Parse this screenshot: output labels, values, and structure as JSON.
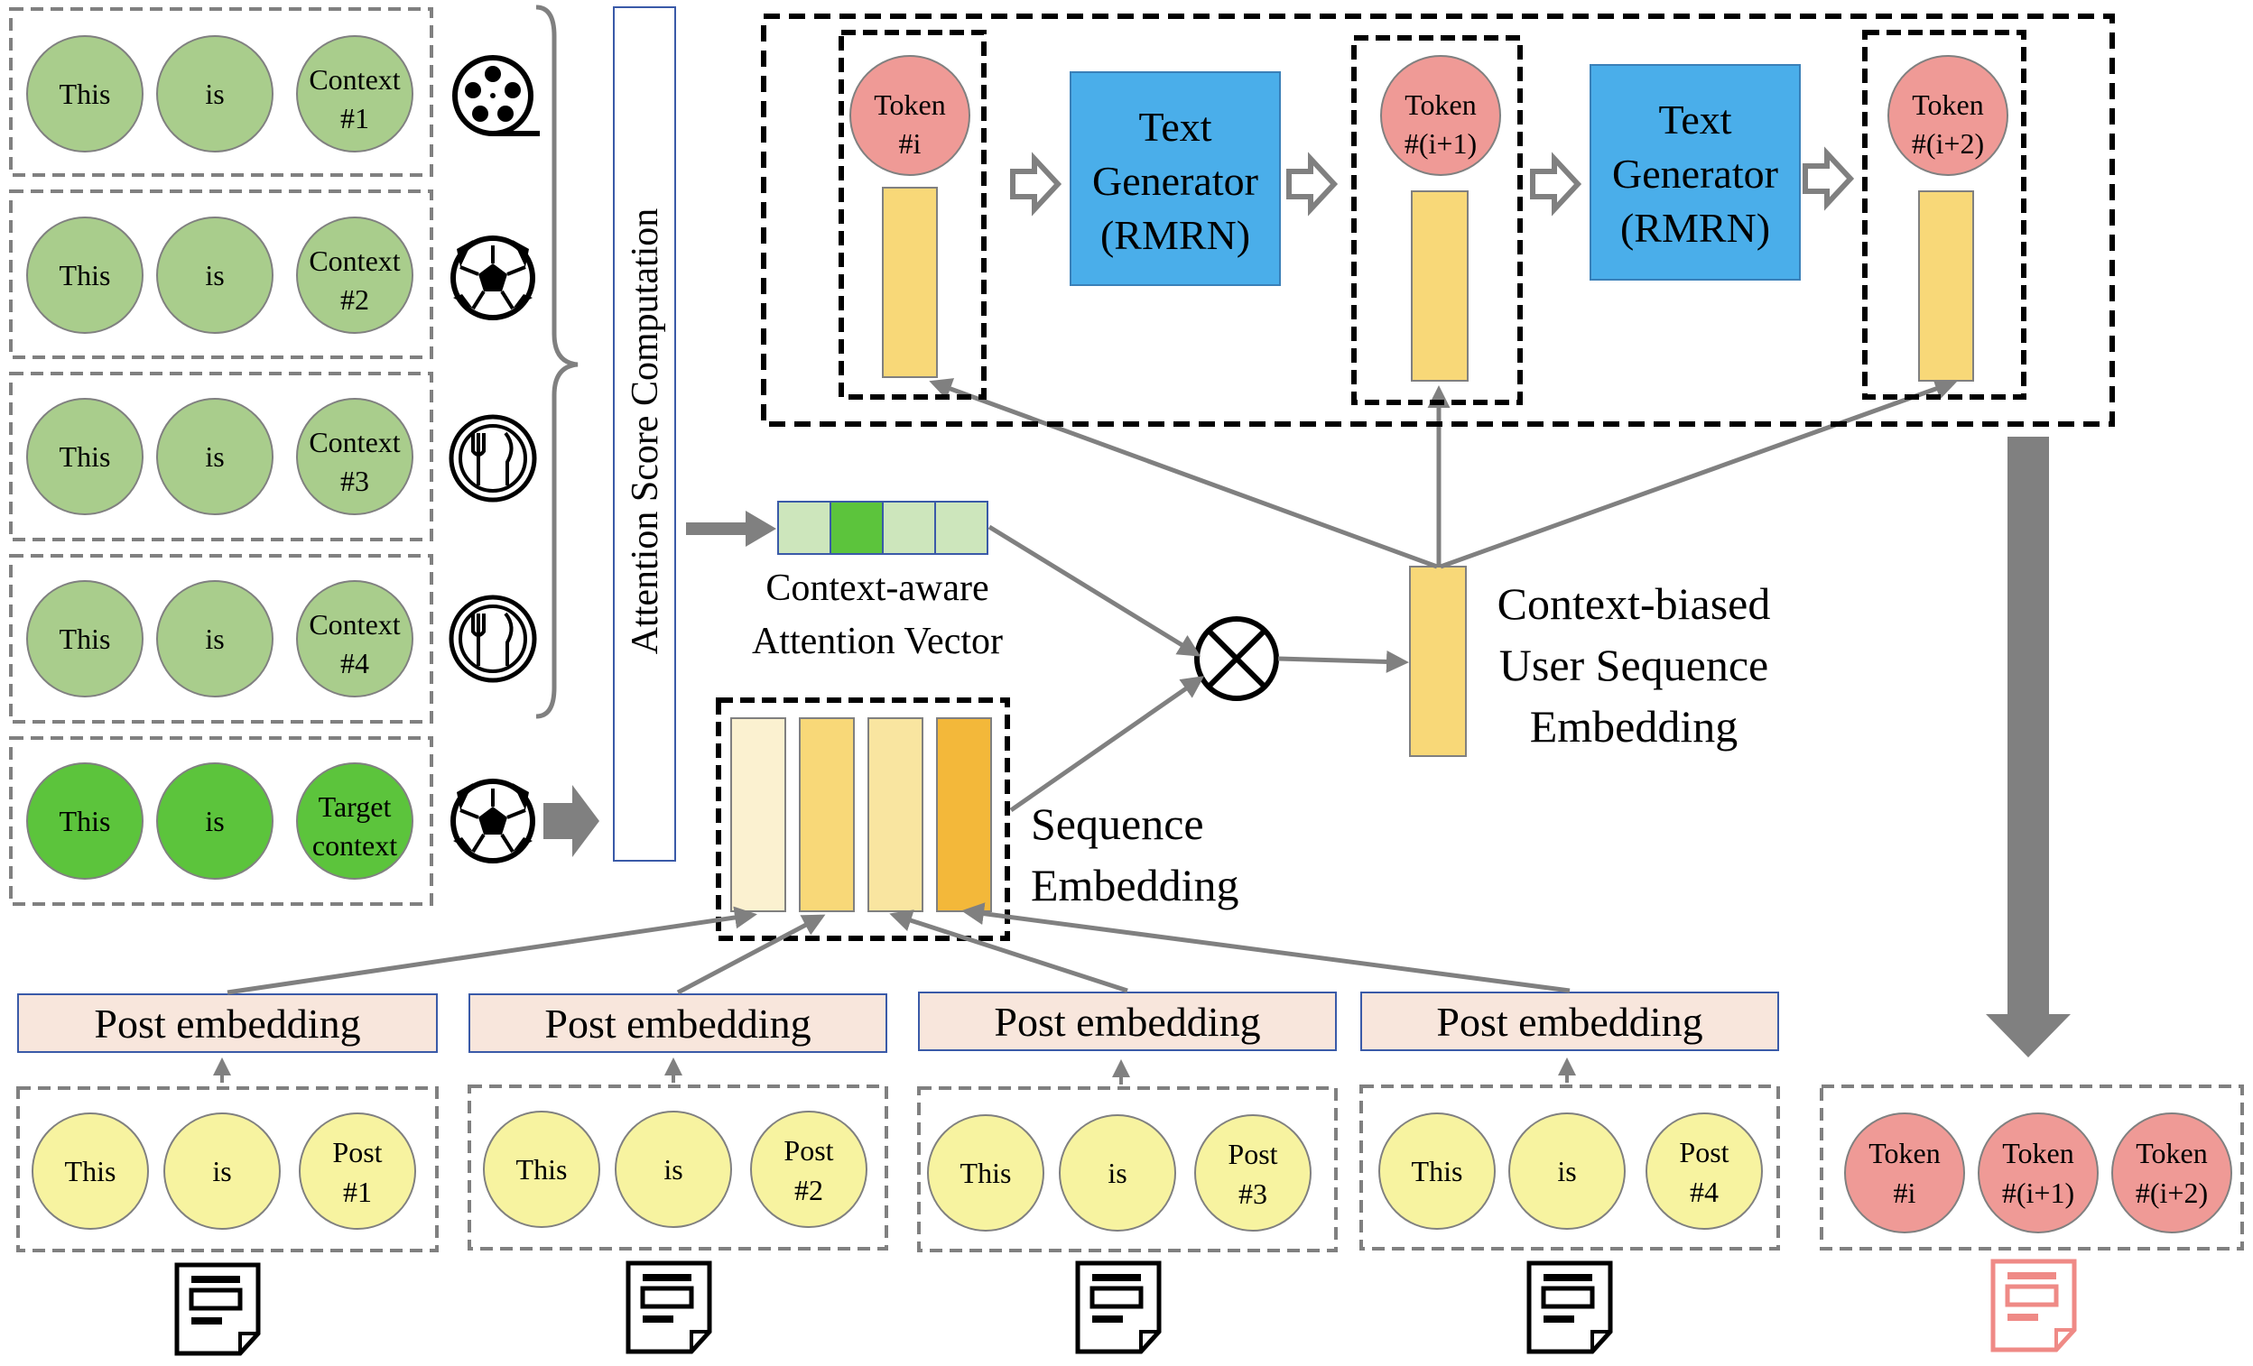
{
  "context_rows": [
    {
      "tokens": [
        "This",
        "is",
        "Context",
        "#1"
      ],
      "icon": "film-reel-icon",
      "kind": "context"
    },
    {
      "tokens": [
        "This",
        "is",
        "Context",
        "#2"
      ],
      "icon": "soccer-ball-icon",
      "kind": "context"
    },
    {
      "tokens": [
        "This",
        "is",
        "Context",
        "#3"
      ],
      "icon": "fork-knife-plate-icon",
      "kind": "context"
    },
    {
      "tokens": [
        "This",
        "is",
        "Context",
        "#4"
      ],
      "icon": "fork-knife-plate-icon",
      "kind": "context"
    },
    {
      "tokens": [
        "This",
        "is",
        "Target",
        "context"
      ],
      "icon": "soccer-ball-icon",
      "kind": "target"
    }
  ],
  "attention_box_label": "Attention Score Computation",
  "attention_vector_label": [
    "Context-aware",
    "Attention Vector"
  ],
  "sequence_embedding_label": [
    "Sequence",
    "Embedding"
  ],
  "context_biased_label": [
    "Context-biased",
    "User Sequence",
    "Embedding"
  ],
  "generator": {
    "token_labels": [
      [
        "Token",
        "#i"
      ],
      [
        "Token",
        "#(i+1)"
      ],
      [
        "Token",
        "#(i+2)"
      ]
    ],
    "text_generator_label": [
      "Text",
      "Generator",
      "(RMRN)"
    ]
  },
  "posts": [
    {
      "embedding_label": "Post embedding",
      "tokens": [
        "This",
        "is",
        "Post",
        "#1"
      ]
    },
    {
      "embedding_label": "Post embedding",
      "tokens": [
        "This",
        "is",
        "Post",
        "#2"
      ]
    },
    {
      "embedding_label": "Post embedding",
      "tokens": [
        "This",
        "is",
        "Post",
        "#3"
      ]
    },
    {
      "embedding_label": "Post embedding",
      "tokens": [
        "This",
        "is",
        "Post",
        "#4"
      ]
    }
  ],
  "output_tokens": [
    [
      "Token",
      "#i"
    ],
    [
      "Token",
      "#(i+1)"
    ],
    [
      "Token",
      "#(i+2)"
    ]
  ],
  "colors": {
    "context_green": "#a9cd8c",
    "target_green": "#5cc43c",
    "post_yellow": "#f7f3a0",
    "token_pink": "#ef9a96",
    "generator_blue": "#4aaeea",
    "embedding_bar": "#f8d878",
    "post_embedding_fill": "#f8e6dc",
    "output_doc_pink": "#ef8a86"
  }
}
